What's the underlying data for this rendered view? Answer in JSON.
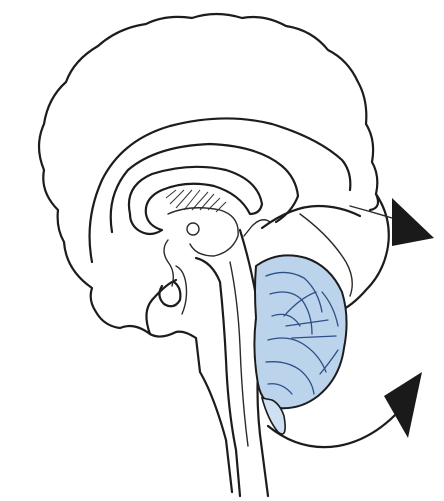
{
  "figure": {
    "colors": {
      "outline": "#1c1c1c",
      "cerebellum_fill": "#bcd3ec",
      "cerebellum_fold": "#2d4f86",
      "arrow": "#1a1a1a",
      "background": "#ffffff"
    },
    "regions": [
      "cerebrum",
      "corpus-callosum",
      "thalamus",
      "pituitary",
      "brainstem",
      "cerebellum",
      "occipital-lobe"
    ],
    "arrows": [
      {
        "direction": "right",
        "shape": "straight"
      },
      {
        "direction": "up-right",
        "shape": "curved"
      }
    ]
  }
}
